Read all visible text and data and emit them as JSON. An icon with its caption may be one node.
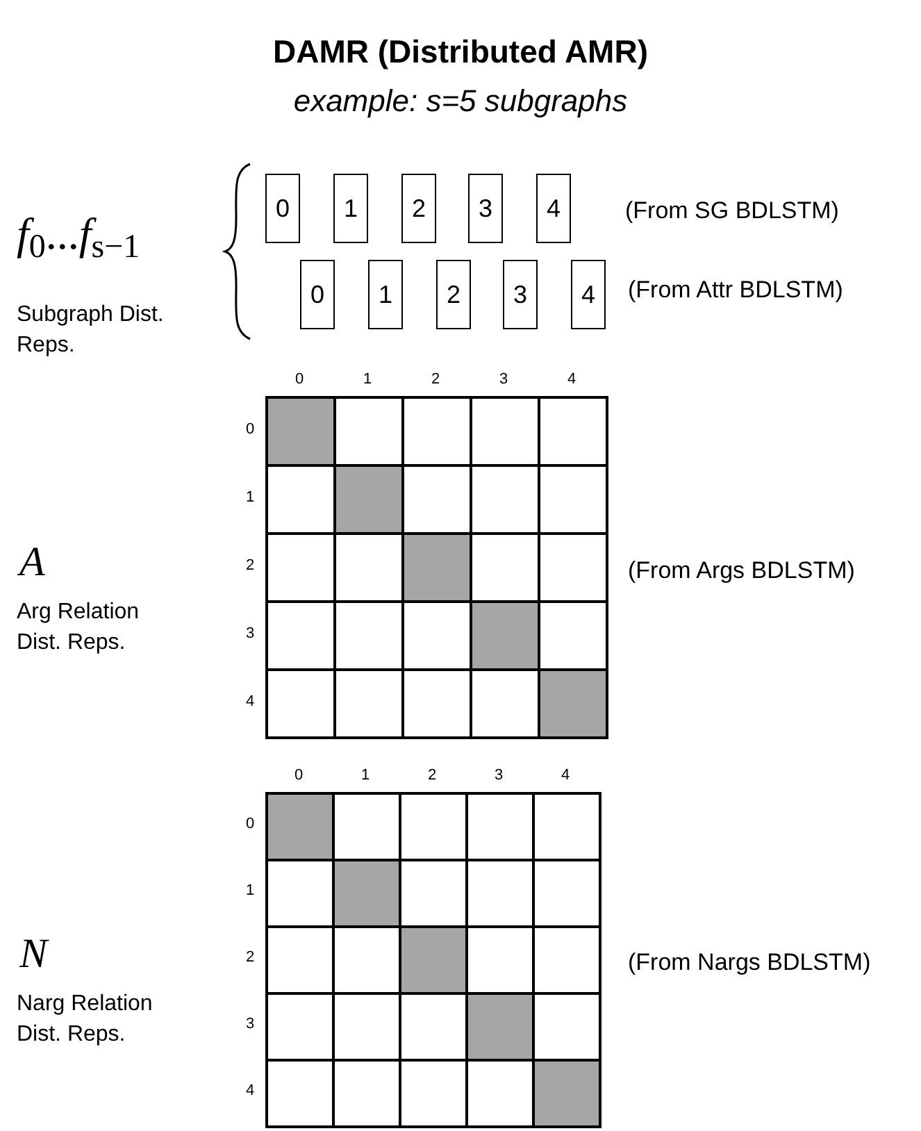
{
  "diagram": {
    "title": "DAMR (Distributed AMR)",
    "caption": "example: s=5 subgraphs",
    "nodes": [
      {
        "text": [
          "0"
        ]
      },
      {
        "text": [
          "1"
        ]
      },
      {
        "text": [
          "2"
        ]
      },
      {
        "text": [
          "3"
        ]
      },
      {
        "text": [
          "4"
        ]
      },
      {
        "text": [
          "0"
        ]
      },
      {
        "text": [
          "1"
        ]
      },
      {
        "text": [
          "2"
        ]
      },
      {
        "text": [
          "3"
        ]
      },
      {
        "text": [
          "4"
        ]
      }
    ],
    "edges": [],
    "labels": [
      "*f*$_{0}$...*f*$_{s−1}$",
      "Subgraph Dist. Reps.",
      "(From SG BDLSTM)",
      "(From Attr BDLSTM)",
      "0",
      "1",
      "2",
      "3",
      "4",
      "0",
      "1",
      "2",
      "3",
      "4",
      "A",
      "Arg Relation Dist. Reps.",
      "(From Args BDLSTM)",
      "0",
      "1",
      "2",
      "3",
      "4",
      "0",
      "1",
      "2",
      "3",
      "4",
      "N",
      "Narg Relation Dist. Reps.",
      "(From Nargs BDLSTM)"
    ]
  }
}
